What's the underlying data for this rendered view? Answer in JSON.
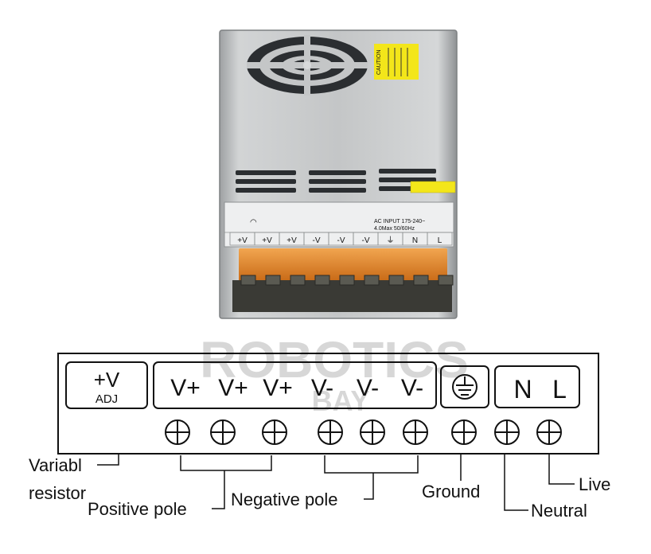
{
  "device": {
    "caution_text": "CAUTION",
    "ac_input_line1": "AC INPUT 175-240~",
    "ac_input_line2": "4.0Max 50/60Hz",
    "strip_labels": [
      "+V",
      "+V",
      "+V",
      "-V",
      "-V",
      "-V",
      "⏚",
      "N",
      "L"
    ]
  },
  "watermark": {
    "line1": "ROBOTICS",
    "line2": "BAY"
  },
  "diagram": {
    "adj_symbol": "+V",
    "adj_text": "ADJ",
    "positive_terminals": [
      "V+",
      "V+",
      "V+"
    ],
    "negative_terminals": [
      "V-",
      "V-",
      "V-"
    ],
    "neutral_letter": "N",
    "live_letter": "L"
  },
  "labels": {
    "variable_resistor_1": "Variabl",
    "variable_resistor_2": "resistor",
    "positive_pole": "Positive pole",
    "negative_pole": "Negative pole",
    "ground": "Ground",
    "live": "Live",
    "neutral": "Neutral"
  },
  "colors": {
    "casing": "#c9cbcc",
    "vent": "#2b2e31",
    "caution_label": "#f3e61a",
    "terminal_orange": "#e6861d",
    "line": "#111111"
  }
}
